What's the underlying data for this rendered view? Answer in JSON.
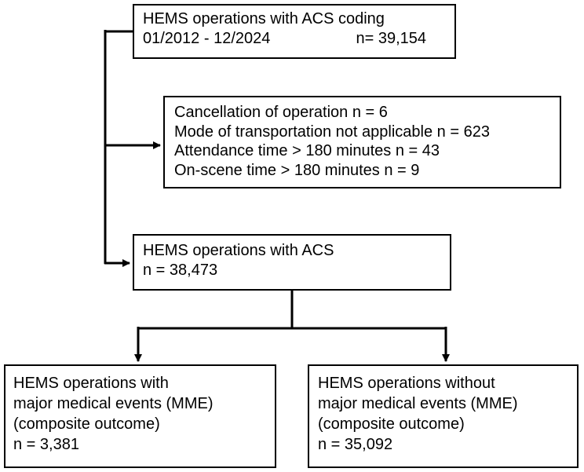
{
  "top_box": {
    "line1": "HEMS operations with ACS coding",
    "period": "01/2012 - 12/2024",
    "count": "n= 39,154"
  },
  "exclusion_box": {
    "lines": [
      "Cancellation of operation n = 6",
      "Mode of transportation not applicable n = 623",
      "Attendance time > 180 minutes n = 43",
      "On-scene time > 180 minutes n = 9"
    ]
  },
  "middle_box": {
    "line1": "HEMS operations with ACS",
    "count": "n = 38,473"
  },
  "left_box": {
    "lines": [
      "HEMS operations with",
      "major medical events (MME)",
      "(composite outcome)",
      "n = 3,381"
    ]
  },
  "right_box": {
    "lines": [
      "HEMS operations without",
      "major medical events (MME)",
      "(composite outcome)",
      "n = 35,092"
    ]
  }
}
